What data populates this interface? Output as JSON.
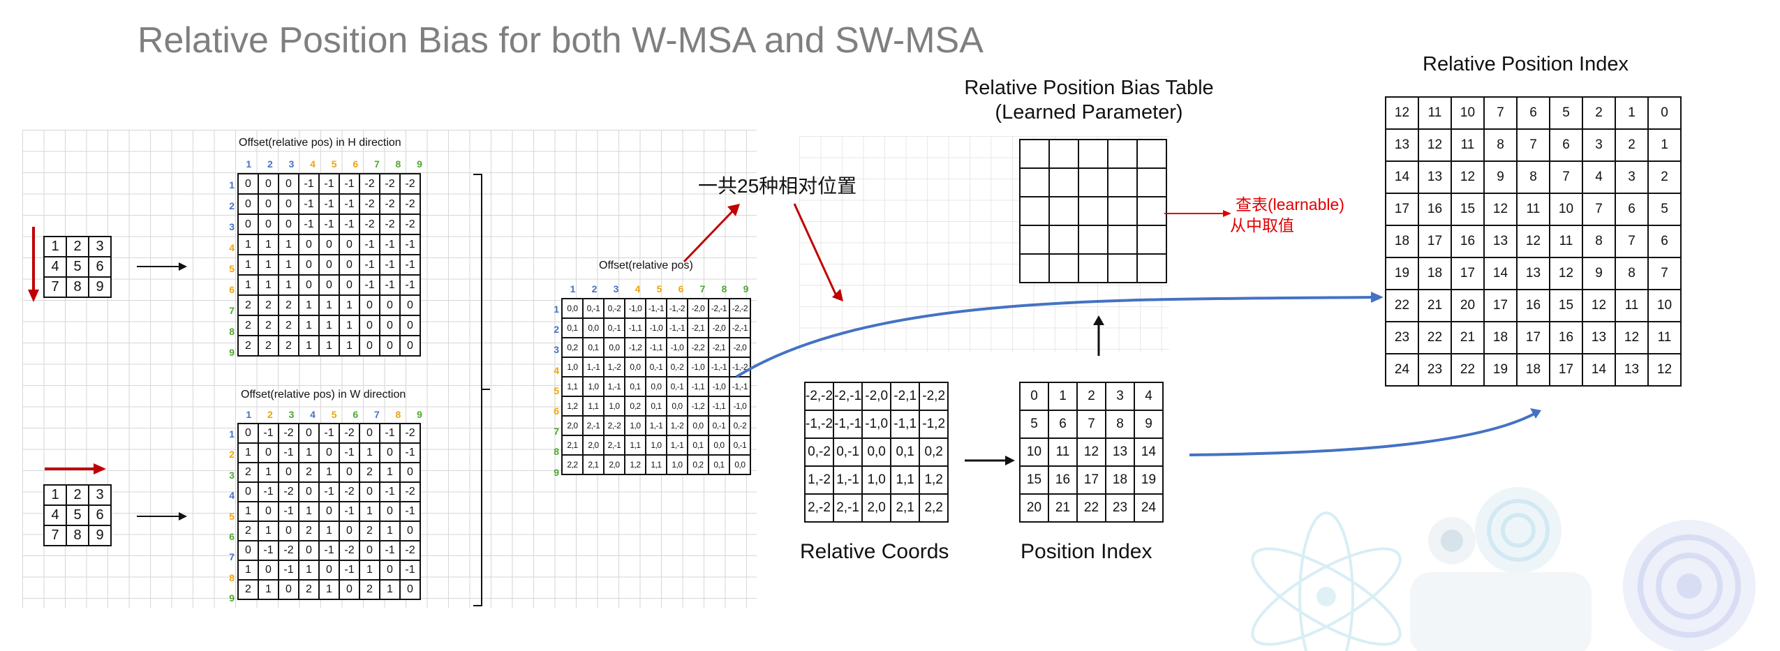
{
  "title": "Relative Position Bias for both W-MSA and SW-MSA",
  "colors": {
    "blue": "#4472c4",
    "orange": "#f0a30a",
    "green": "#4ea72e",
    "red": "#c00000",
    "bias_fill": "#d9dcf2",
    "curve": "#4472c4"
  },
  "window_h": {
    "cells": [
      [
        "1",
        "2",
        "3"
      ],
      [
        "4",
        "5",
        "6"
      ],
      [
        "7",
        "8",
        "9"
      ]
    ]
  },
  "window_w": {
    "cells": [
      [
        "1",
        "2",
        "3"
      ],
      [
        "4",
        "5",
        "6"
      ],
      [
        "7",
        "8",
        "9"
      ]
    ]
  },
  "offset_h": {
    "title": "Offset(relative pos) in H direction",
    "col_headers": [
      "1",
      "2",
      "3",
      "4",
      "5",
      "6",
      "7",
      "8",
      "9"
    ],
    "row_headers": [
      "1",
      "2",
      "3",
      "4",
      "5",
      "6",
      "7",
      "8",
      "9"
    ],
    "rows": [
      [
        "0",
        "0",
        "0",
        "-1",
        "-1",
        "-1",
        "-2",
        "-2",
        "-2"
      ],
      [
        "0",
        "0",
        "0",
        "-1",
        "-1",
        "-1",
        "-2",
        "-2",
        "-2"
      ],
      [
        "0",
        "0",
        "0",
        "-1",
        "-1",
        "-1",
        "-2",
        "-2",
        "-2"
      ],
      [
        "1",
        "1",
        "1",
        "0",
        "0",
        "0",
        "-1",
        "-1",
        "-1"
      ],
      [
        "1",
        "1",
        "1",
        "0",
        "0",
        "0",
        "-1",
        "-1",
        "-1"
      ],
      [
        "1",
        "1",
        "1",
        "0",
        "0",
        "0",
        "-1",
        "-1",
        "-1"
      ],
      [
        "2",
        "2",
        "2",
        "1",
        "1",
        "1",
        "0",
        "0",
        "0"
      ],
      [
        "2",
        "2",
        "2",
        "1",
        "1",
        "1",
        "0",
        "0",
        "0"
      ],
      [
        "2",
        "2",
        "2",
        "1",
        "1",
        "1",
        "0",
        "0",
        "0"
      ]
    ]
  },
  "offset_w": {
    "title": "Offset(relative pos) in W direction",
    "col_headers": [
      "1",
      "2",
      "3",
      "4",
      "5",
      "6",
      "7",
      "8",
      "9"
    ],
    "row_headers": [
      "1",
      "2",
      "3",
      "4",
      "5",
      "6",
      "7",
      "8",
      "9"
    ],
    "rows": [
      [
        "0",
        "-1",
        "-2",
        "0",
        "-1",
        "-2",
        "0",
        "-1",
        "-2"
      ],
      [
        "1",
        "0",
        "-1",
        "1",
        "0",
        "-1",
        "1",
        "0",
        "-1"
      ],
      [
        "2",
        "1",
        "0",
        "2",
        "1",
        "0",
        "2",
        "1",
        "0"
      ],
      [
        "0",
        "-1",
        "-2",
        "0",
        "-1",
        "-2",
        "0",
        "-1",
        "-2"
      ],
      [
        "1",
        "0",
        "-1",
        "1",
        "0",
        "-1",
        "1",
        "0",
        "-1"
      ],
      [
        "2",
        "1",
        "0",
        "2",
        "1",
        "0",
        "2",
        "1",
        "0"
      ],
      [
        "0",
        "-1",
        "-2",
        "0",
        "-1",
        "-2",
        "0",
        "-1",
        "-2"
      ],
      [
        "1",
        "0",
        "-1",
        "1",
        "0",
        "-1",
        "1",
        "0",
        "-1"
      ],
      [
        "2",
        "1",
        "0",
        "2",
        "1",
        "0",
        "2",
        "1",
        "0"
      ]
    ]
  },
  "offset_combined": {
    "title": "Offset(relative pos)",
    "col_headers": [
      "1",
      "2",
      "3",
      "4",
      "5",
      "6",
      "7",
      "8",
      "9"
    ],
    "row_headers": [
      "1",
      "2",
      "3",
      "4",
      "5",
      "6",
      "7",
      "8",
      "9"
    ],
    "rows": [
      [
        "0,0",
        "0,-1",
        "0,-2",
        "-1,0",
        "-1,-1",
        "-1,-2",
        "-2,0",
        "-2,-1",
        "-2,-2"
      ],
      [
        "0,1",
        "0,0",
        "0,-1",
        "-1,1",
        "-1,0",
        "-1,-1",
        "-2,1",
        "-2,0",
        "-2,-1"
      ],
      [
        "0,2",
        "0,1",
        "0,0",
        "-1,2",
        "-1,1",
        "-1,0",
        "-2,2",
        "-2,1",
        "-2,0"
      ],
      [
        "1,0",
        "1,-1",
        "1,-2",
        "0,0",
        "0,-1",
        "0,-2",
        "-1,0",
        "-1,-1",
        "-1,-2"
      ],
      [
        "1,1",
        "1,0",
        "1,-1",
        "0,1",
        "0,0",
        "0,-1",
        "-1,1",
        "-1,0",
        "-1,-1"
      ],
      [
        "1,2",
        "1,1",
        "1,0",
        "0,2",
        "0,1",
        "0,0",
        "-1,2",
        "-1,1",
        "-1,0"
      ],
      [
        "2,0",
        "2,-1",
        "2,-2",
        "1,0",
        "1,-1",
        "1,-2",
        "0,0",
        "0,-1",
        "0,-2"
      ],
      [
        "2,1",
        "2,0",
        "2,-1",
        "1,1",
        "1,0",
        "1,-1",
        "0,1",
        "0,0",
        "0,-1"
      ],
      [
        "2,2",
        "2,1",
        "2,0",
        "1,2",
        "1,1",
        "1,0",
        "0,2",
        "0,1",
        "0,0"
      ]
    ]
  },
  "annotation_25": "一共25种相对位置",
  "lookup_annotation": {
    "line1": "查表(learnable)",
    "line2": "从中取值"
  },
  "bias_table": {
    "title_line1": "Relative Position Bias Table",
    "title_line2": "(Learned Parameter)"
  },
  "relative_coords": {
    "caption": "Relative Coords",
    "rows": [
      [
        "-2,-2",
        "-2,-1",
        "-2,0",
        "-2,1",
        "-2,2"
      ],
      [
        "-1,-2",
        "-1,-1",
        "-1,0",
        "-1,1",
        "-1,2"
      ],
      [
        "0,-2",
        "0,-1",
        "0,0",
        "0,1",
        "0,2"
      ],
      [
        "1,-2",
        "1,-1",
        "1,0",
        "1,1",
        "1,2"
      ],
      [
        "2,-2",
        "2,-1",
        "2,0",
        "2,1",
        "2,2"
      ]
    ]
  },
  "position_index": {
    "caption": "Position Index",
    "rows": [
      [
        "0",
        "1",
        "2",
        "3",
        "4"
      ],
      [
        "5",
        "6",
        "7",
        "8",
        "9"
      ],
      [
        "10",
        "11",
        "12",
        "13",
        "14"
      ],
      [
        "15",
        "16",
        "17",
        "18",
        "19"
      ],
      [
        "20",
        "21",
        "22",
        "23",
        "24"
      ]
    ]
  },
  "relative_position_index": {
    "title": "Relative Position Index",
    "rows": [
      [
        "12",
        "11",
        "10",
        "7",
        "6",
        "5",
        "2",
        "1",
        "0"
      ],
      [
        "13",
        "12",
        "11",
        "8",
        "7",
        "6",
        "3",
        "2",
        "1"
      ],
      [
        "14",
        "13",
        "12",
        "9",
        "8",
        "7",
        "4",
        "3",
        "2"
      ],
      [
        "17",
        "16",
        "15",
        "12",
        "11",
        "10",
        "7",
        "6",
        "5"
      ],
      [
        "18",
        "17",
        "16",
        "13",
        "12",
        "11",
        "8",
        "7",
        "6"
      ],
      [
        "19",
        "18",
        "17",
        "14",
        "13",
        "12",
        "9",
        "8",
        "7"
      ],
      [
        "22",
        "21",
        "20",
        "17",
        "16",
        "15",
        "12",
        "11",
        "10"
      ],
      [
        "23",
        "22",
        "21",
        "18",
        "17",
        "16",
        "13",
        "12",
        "11"
      ],
      [
        "24",
        "23",
        "22",
        "19",
        "18",
        "17",
        "14",
        "13",
        "12"
      ]
    ]
  }
}
